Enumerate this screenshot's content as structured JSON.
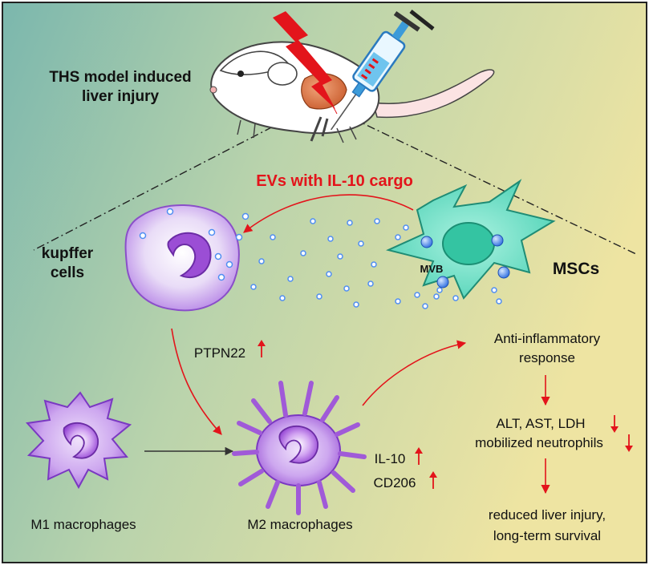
{
  "title": {
    "line1": "THS model induced",
    "line2": "liver injury"
  },
  "ev_label": "EVs with IL-10 cargo",
  "kupffer": {
    "line1": "kupffer",
    "line2": "cells"
  },
  "mscs_label": "MSCs",
  "mvb_label": "MVB",
  "ptpn22_label": "PTPN22",
  "anti_inflammatory": {
    "line1": "Anti-inflammatory",
    "line2": "response"
  },
  "markers": {
    "line1": "ALT, AST, LDH",
    "line2": "mobilized neutrophils"
  },
  "outcome": {
    "line1": "reduced liver injury,",
    "line2": "long-term survival"
  },
  "il10_label": "IL-10",
  "cd206_label": "CD206",
  "m1_label": "M1 macrophages",
  "m2_label": "M2 macrophages",
  "colors": {
    "accent_red": "#e3141b",
    "msc_fill": "#6fe0c6",
    "macrophage_purple": "#a05ad8",
    "vesicle_blue": "#4f8ef2"
  }
}
